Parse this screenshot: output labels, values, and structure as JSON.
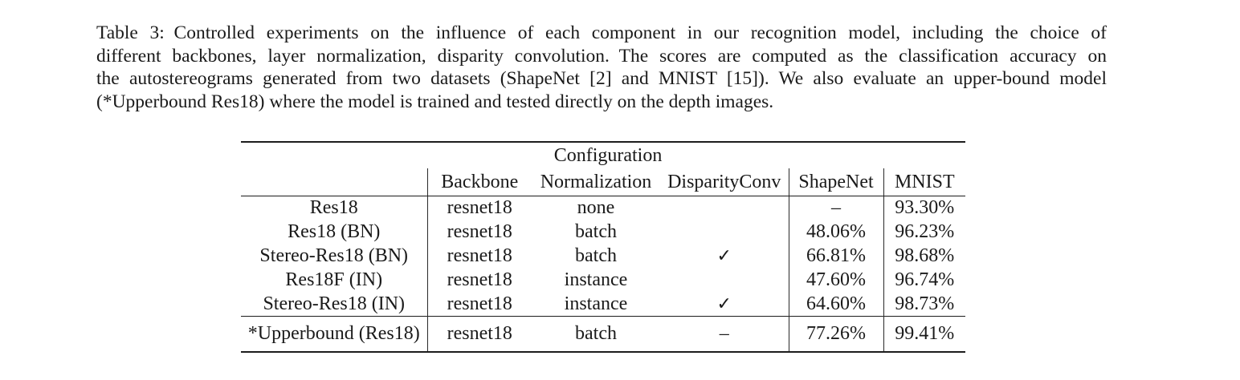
{
  "caption": {
    "lines": [
      "Table 3: Controlled experiments on the influence of each component in our recognition model, including the choice of",
      "different backbones, layer normalization, disparity convolution. The scores are computed as the classification accuracy on",
      "the autostereograms generated from two datasets (ShapeNet [2] and MNIST [15]). We also evaluate an upper-bound model",
      "(*Upperbound Res18) where the model is trained and tested directly on the depth images."
    ]
  },
  "table": {
    "group_header": "Configuration",
    "columns": {
      "backbone": "Backbone",
      "normalization": "Normalization",
      "disparity_conv": "DisparityConv",
      "shapenet": "ShapeNet",
      "mnist": "MNIST"
    },
    "rows": [
      {
        "label": "Res18",
        "backbone": "resnet18",
        "normalization": "none",
        "disparity_conv": "",
        "shapenet": "–",
        "mnist": "93.30%"
      },
      {
        "label": "Res18 (BN)",
        "backbone": "resnet18",
        "normalization": "batch",
        "disparity_conv": "",
        "shapenet": "48.06%",
        "mnist": "96.23%"
      },
      {
        "label": "Stereo-Res18 (BN)",
        "backbone": "resnet18",
        "normalization": "batch",
        "disparity_conv": "✓",
        "shapenet": "66.81%",
        "mnist": "98.68%"
      },
      {
        "label": "Res18F (IN)",
        "backbone": "resnet18",
        "normalization": "instance",
        "disparity_conv": "",
        "shapenet": "47.60%",
        "mnist": "96.74%"
      },
      {
        "label": "Stereo-Res18 (IN)",
        "backbone": "resnet18",
        "normalization": "instance",
        "disparity_conv": "✓",
        "shapenet": "64.60%",
        "mnist": "98.73%"
      }
    ],
    "footer_row": {
      "label": "*Upperbound (Res18)",
      "backbone": "resnet18",
      "normalization": "batch",
      "disparity_conv": "–",
      "shapenet": "77.26%",
      "mnist": "99.41%"
    }
  },
  "colors": {
    "text": "#1a1a1a",
    "rule": "#1c1c1c",
    "background": "#ffffff"
  }
}
